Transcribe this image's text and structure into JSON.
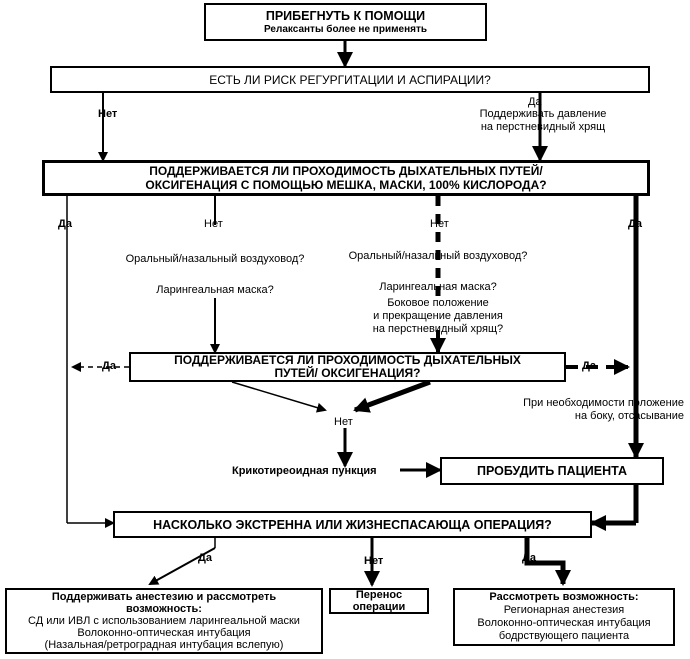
{
  "box_help": {
    "title": "ПРИБЕГНУТЬ К ПОМОЩИ",
    "subtitle": "Релаксанты более не применять"
  },
  "box_risk": {
    "text": "ЕСТЬ ЛИ РИСК РЕГУРГИТАЦИИ И АСПИРАЦИИ?"
  },
  "risk_no": "Нет",
  "risk_yes": "Да",
  "risk_yes_note": [
    "Поддерживать давление",
    "на перстневидный хрящ"
  ],
  "box_airway": {
    "lines": [
      "ПОДДЕРЖИВАЕТСЯ ЛИ ПРОХОДИМОСТЬ ДЫХАТЕЛЬНЫХ ПУТЕЙ/",
      "ОКСИГЕНАЦИЯ С ПОМОЩЬЮ МЕШКА, МАСКИ, 100% КИСЛОРОДА?"
    ]
  },
  "airway_labels": {
    "yes_left": "Да",
    "no_left": "Нет",
    "no_right": "Нет",
    "yes_right": "Да"
  },
  "left_branch": [
    "Оральный/назальный воздуховод?",
    "Ларингеальная маска?"
  ],
  "right_branch": [
    "Оральный/назальный воздуховод?",
    "Ларингеальная маска?",
    "Боковое положение",
    "и прекращение давления",
    "на перстневидный хрящ?"
  ],
  "box_airway2": {
    "lines": [
      "ПОДДЕРЖИВАЕТСЯ ЛИ ПРОХОДИМОСТЬ ДЫХАТЕЛЬНЫХ",
      "ПУТЕЙ/  ОКСИГЕНАЦИЯ?"
    ]
  },
  "airway2_labels": {
    "yes_left": "Да",
    "yes_right": "Да",
    "no": "Нет"
  },
  "side_note": [
    "При необходимости положение",
    "на боку, отсасывание"
  ],
  "crico": "Крикотиреоидная пункция",
  "box_wake": {
    "text": "ПРОБУДИТЬ ПАЦИЕНТА"
  },
  "box_urgent": {
    "text": "НАСКОЛЬКО ЭКСТРЕННА ИЛИ ЖИЗНЕСПАСАЮЩА ОПЕРАЦИЯ?"
  },
  "urgent_labels": {
    "yes_left": "Да",
    "no": "Нет",
    "yes_right": "Да"
  },
  "box_left": {
    "lines": [
      "Поддерживать анестезию и рассмотреть",
      "возможность:",
      "СД или ИВЛ с использованием ларингеальной маски",
      "Волоконно-оптическая интубация",
      "(Назальная/ретроградная интубация вслепую)"
    ]
  },
  "box_mid": {
    "text": "Перенос операции"
  },
  "box_right": {
    "lines": [
      "Рассмотреть возможность:",
      "Регионарная анестезия",
      "Волоконно-оптическая интубация",
      "бодрствующего пациента"
    ]
  }
}
